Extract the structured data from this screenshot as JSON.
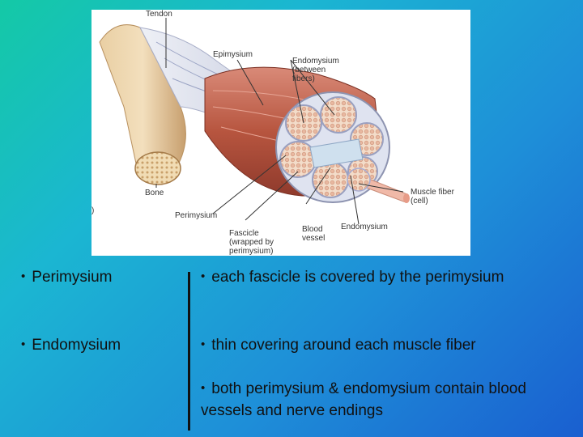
{
  "figure": {
    "labels": {
      "tendon": "Tendon",
      "epimysium": "Epimysium",
      "endomysium_between": "Endomysium\n(between\nfibers)",
      "bone": "Bone",
      "perimysium": "Perimysium",
      "fascicle": "Fascicle\n(wrapped by\nperimysium)",
      "blood_vessel": "Blood\nvessel",
      "endomysium": "Endomysium",
      "muscle_fiber": "Muscle fiber\n(cell)",
      "partial_b": ")"
    }
  },
  "terms": {
    "perimysium": "Perimysium",
    "endomysium": "Endomysium"
  },
  "descriptions": {
    "perimysium": "each fascicle is covered by the perimysium",
    "endomysium": "thin covering around each muscle fiber",
    "both": "both perimysium & endomysium contain blood vessels and nerve endings"
  },
  "bullet_glyph": "•"
}
